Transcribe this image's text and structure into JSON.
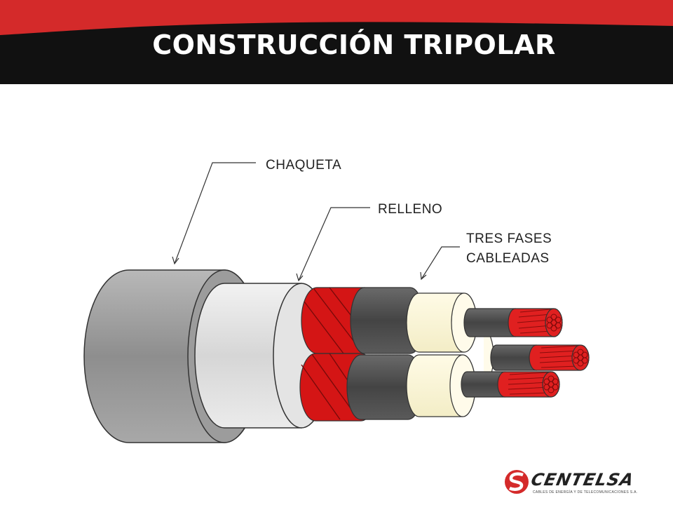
{
  "header": {
    "title": "CONSTRUCCIÓN TRIPOLAR",
    "colors": {
      "band": "#111111",
      "accent": "#d42a2a",
      "title": "#ffffff"
    }
  },
  "labels": {
    "jacket": "CHAQUETA",
    "filler": "RELLENO",
    "phases_line1": "TRES FASES",
    "phases_line2": "CABLEADAS"
  },
  "cable_colors": {
    "jacket": "#9a9a9a",
    "filler": "#dcdcdc",
    "red_layer": "#d41515",
    "semiconductor": "#4a4a4a",
    "insulation": "#fbf7d6",
    "conductor": "#e02020"
  },
  "logo": {
    "wordmark": "CENTELSA",
    "tagline": "CABLES DE ENERGÍA Y DE TELECOMUNICACIONES S.A.",
    "icon": "centelsa-s-logo-icon"
  }
}
